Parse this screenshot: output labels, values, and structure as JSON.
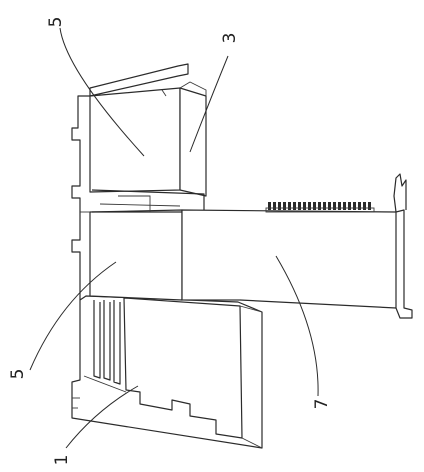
{
  "labels": {
    "top_left": "5",
    "top_right": "3",
    "bottom_left": "5",
    "bottom_right": "7",
    "bottom_far_left": "1"
  },
  "colors": {
    "line": "#2b2b2b",
    "background": "#ffffff"
  }
}
